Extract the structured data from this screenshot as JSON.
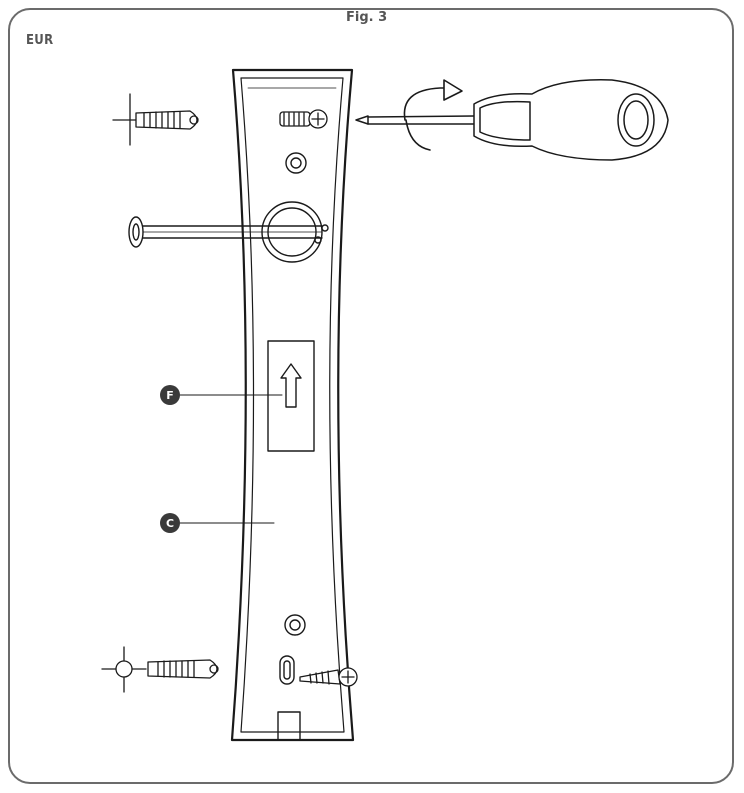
{
  "figure": {
    "label": "Fig. 3",
    "region": "EUR"
  },
  "callouts": [
    {
      "letter": "F",
      "part": "arrow-label"
    },
    {
      "letter": "C",
      "part": "mounting-plate"
    }
  ],
  "colors": {
    "frame": "#6b6b6b",
    "line": "#1a1a1a",
    "callout_fill": "#3a3a3a",
    "text": "#555555"
  }
}
